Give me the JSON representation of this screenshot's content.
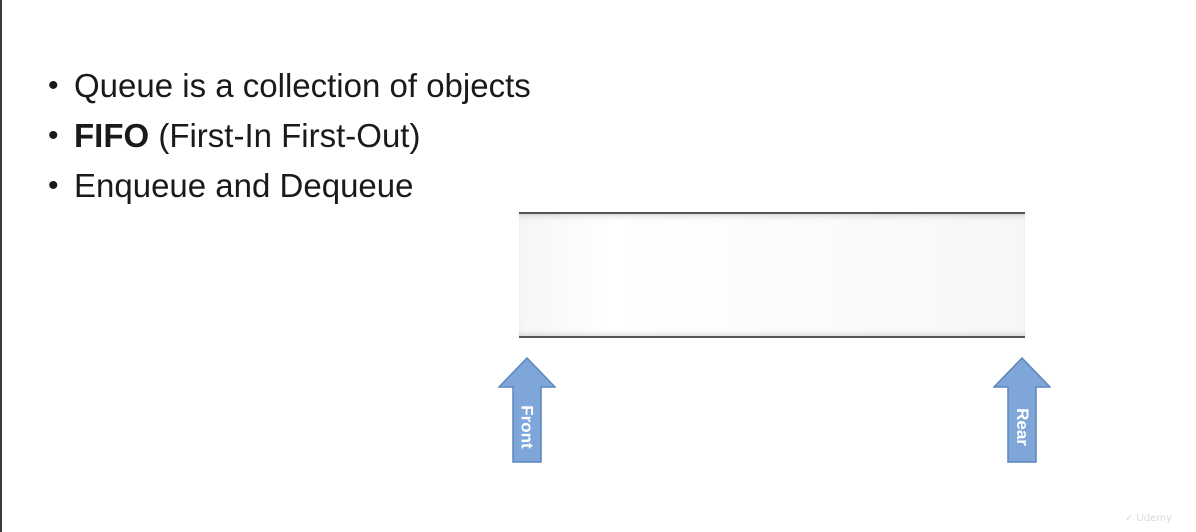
{
  "slide": {
    "bullets": [
      {
        "bold": "",
        "text": "Queue is a collection of objects"
      },
      {
        "bold": "FIFO",
        "text": " (First-In First-Out)"
      },
      {
        "bold": "",
        "text": "Enqueue and Dequeue"
      }
    ],
    "bullet_symbol": "•",
    "diagram": {
      "front_label": "Front",
      "rear_label": "Rear",
      "arrow_color": "#7ea6d8",
      "arrow_border_color": "#5b86bd"
    },
    "watermark": "Udemy"
  }
}
